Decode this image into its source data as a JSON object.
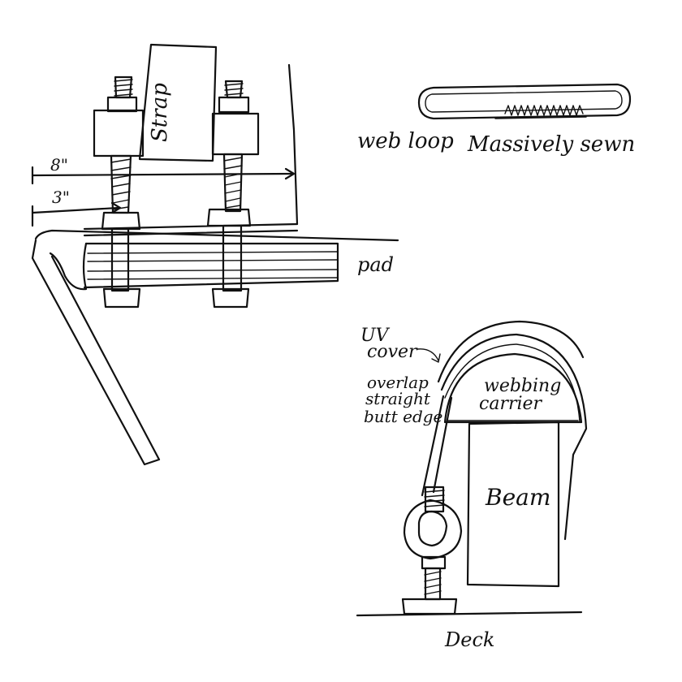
{
  "labels": {
    "strap": "Strap",
    "dim_outer": "8\"",
    "dim_inner": "3\"",
    "pad": "pad",
    "web_loop": "web loop",
    "massively_sewn": "Massively sewn",
    "uv_cover_1": "UV",
    "uv_cover_2": "cover",
    "overlap_1": "overlap",
    "overlap_2": "straight",
    "overlap_3": "butt edge",
    "webbing_1": "webbing",
    "webbing_2": "carrier",
    "beam": "Beam",
    "deck": "Deck"
  }
}
